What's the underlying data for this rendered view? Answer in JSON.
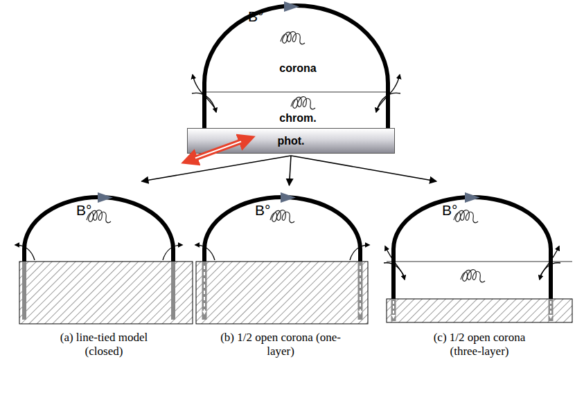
{
  "diagram": {
    "nodes": [
      {
        "text": [
          "B°",
          "corona",
          "chrom."
        ]
      },
      {
        "text": [
          "phot."
        ],
        "in": 0
      },
      {
        "text": [
          "B°",
          "(a) line-tied model (closed)"
        ]
      },
      {
        "text": [
          "B°",
          "(b) 1/2 open corona (one-layer)"
        ]
      },
      {
        "text": [
          "B°",
          "(c) 1/2 open corona (three-layer)"
        ]
      }
    ],
    "edges": [
      {
        "from": 1,
        "to": 2,
        "arrow": "to"
      },
      {
        "from": 1,
        "to": 3,
        "arrow": "to"
      },
      {
        "from": 1,
        "to": 4,
        "arrow": "to"
      }
    ]
  }
}
